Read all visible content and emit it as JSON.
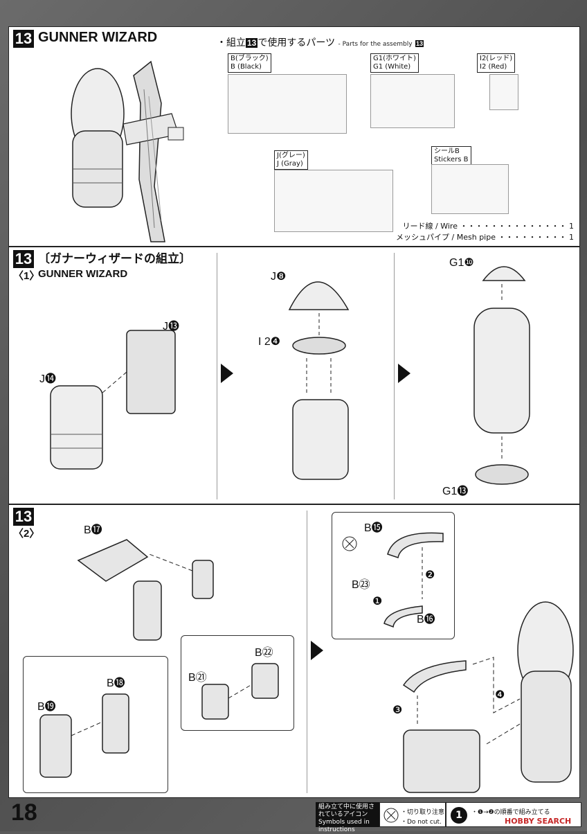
{
  "step1": {
    "number": "13",
    "title": "GUNNER WIZARD",
    "parts_heading": "・組立",
    "parts_heading_num": "13",
    "parts_heading_tail": "で使用するパーツ",
    "parts_heading_en": "- Parts for the assembly",
    "parts_heading_en_num": "13",
    "runners": [
      {
        "jp": "B(ブラック)",
        "en": "B (Black)"
      },
      {
        "jp": "G1(ホワイト)",
        "en": "G1 (White)"
      },
      {
        "jp": "I2(レッド)",
        "en": "I2 (Red)"
      },
      {
        "jp": "J(グレー)",
        "en": "J (Gray)"
      },
      {
        "jp": "シールB",
        "en": "Stickers B"
      }
    ],
    "extras": [
      {
        "label": "リード線 / Wire",
        "dots": "・・・・・・・・・・・・・・",
        "qty": "1"
      },
      {
        "label": "メッシュパイプ / Mesh pipe",
        "dots": "・・・・・・・・・",
        "qty": "1"
      }
    ]
  },
  "step2": {
    "number": "13",
    "title": "〔ガナーウィザードの組立〕",
    "subnum": "〈1〉",
    "subtitle": "GUNNER WIZARD",
    "labels": {
      "j13": "J⓭",
      "j14": "J⓮",
      "j8": "J❽",
      "i24": "I 2❹",
      "g110": "G1❿",
      "g113": "G1⓭"
    }
  },
  "step3": {
    "number": "13",
    "subnum": "〈2〉",
    "labels": {
      "b17": "B⓱",
      "b18": "B⓲",
      "b19": "B⓳",
      "b21": "B㉑",
      "b22": "B㉒",
      "b15": "B⓯",
      "b16": "B⓰",
      "b23": "B㉓"
    },
    "step_marks": [
      "❶",
      "❷",
      "❸",
      "❹"
    ]
  },
  "footer": {
    "page_number": "18",
    "icons_box": "組み立て中に使用されているアイコン",
    "icons_box_en": "Symbols used in instructions",
    "do_not_cut": "・切り取り注意",
    "do_not_cut_en": "・Do not cut.",
    "order_note": "・❶→❷の順番で組み立てる",
    "watermark": "HOBBY SEARCH"
  }
}
